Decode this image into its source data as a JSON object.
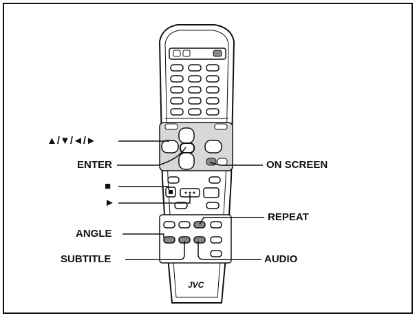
{
  "diagram": {
    "brand_logo": "JVC",
    "labels": {
      "cursor_arrows": "▲/▼/◄/►",
      "enter": "ENTER",
      "stop": "■",
      "play": "►",
      "angle": "ANGLE",
      "subtitle": "SUBTITLE",
      "on_screen": "ON SCREEN",
      "repeat": "REPEAT",
      "audio": "AUDIO"
    }
  },
  "colors": {
    "ink": "#111111",
    "button_fill": "#ffffff",
    "panel_fill": "#d8d8d8"
  }
}
